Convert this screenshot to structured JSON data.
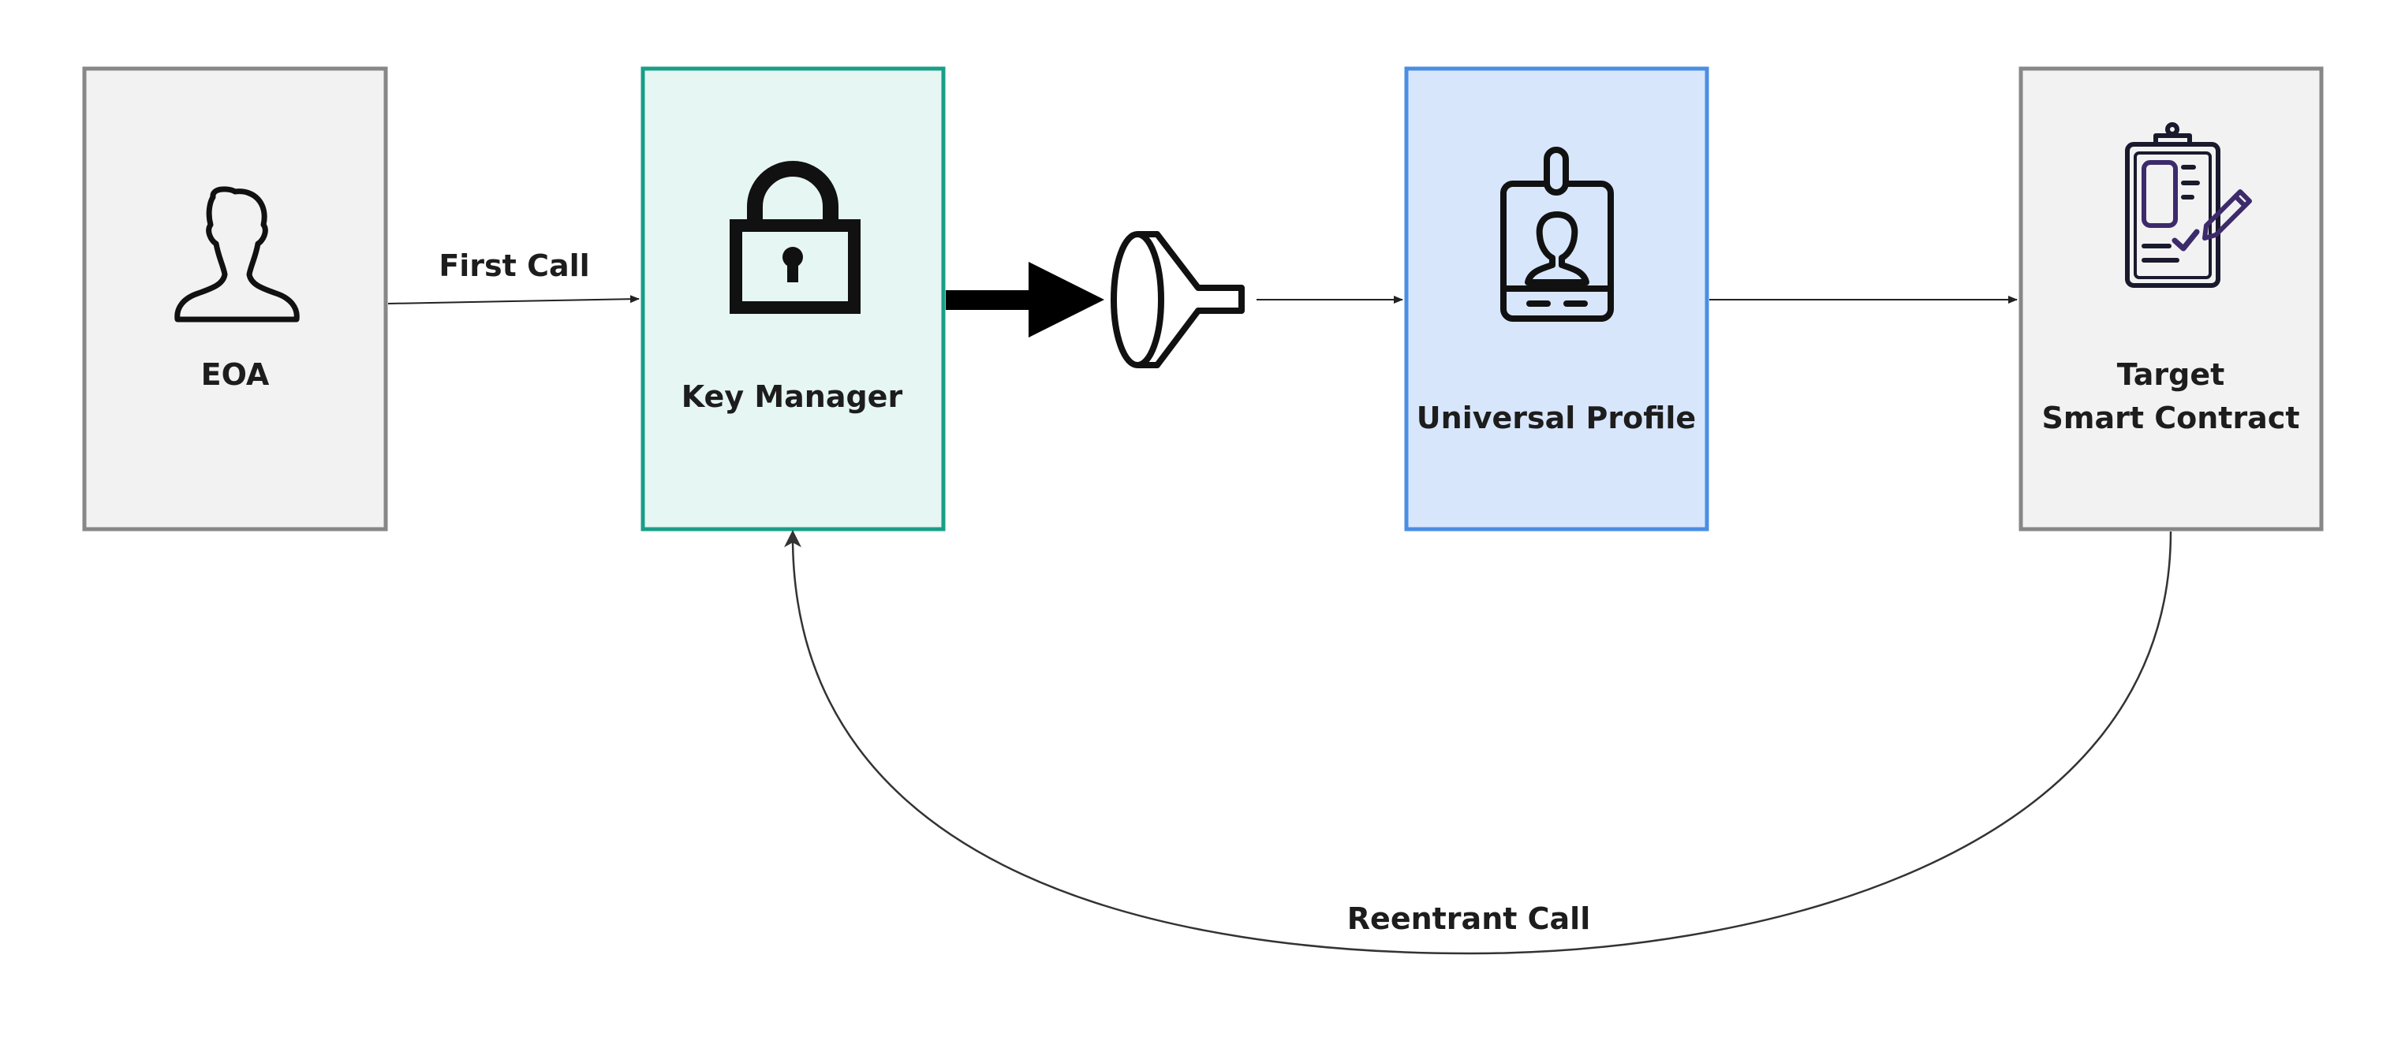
{
  "nodes": {
    "eoa": {
      "label": "EOA",
      "icon": "user-silhouette-icon"
    },
    "key_manager": {
      "label": "Key Manager",
      "icon": "padlock-icon"
    },
    "funnel": {
      "icon": "funnel-icon"
    },
    "universal_profile": {
      "label": "Universal Profile",
      "icon": "id-badge-icon"
    },
    "target": {
      "label_line1": "Target",
      "label_line2": "Smart Contract",
      "icon": "clipboard-contract-icon"
    }
  },
  "edges": {
    "first_call": {
      "label": "First Call"
    },
    "reentrant_call": {
      "label": "Reentrant Call"
    }
  },
  "colors": {
    "gray_border": "#878787",
    "gray_fill": "#f2f2f2",
    "teal_border": "#1a9e88",
    "teal_fill": "#e6f6f2",
    "blue_border": "#4a8ee3",
    "blue_fill": "#d8e6fc",
    "ink": "#111111",
    "icon_dark": "#1a1a2e",
    "icon_purple": "#3d2a6b"
  }
}
